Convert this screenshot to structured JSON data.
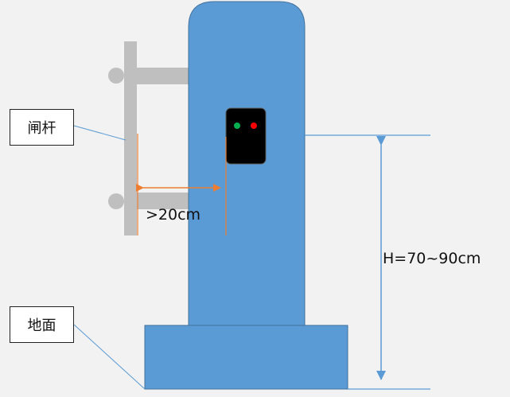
{
  "labels": {
    "gate_bar": "闸杆",
    "ground": "地面",
    "gap": ">20cm",
    "height": "H=70~90cm"
  },
  "colors": {
    "background": "#f2f2f2",
    "post_fill": "#5b9bd5",
    "post_stroke": "#41719c",
    "bar_gray": "#bfbfbf",
    "gap_arrow": "#ed7d31",
    "height_arrow": "#5b9bd5",
    "device_body": "#000000",
    "led_green": "#00b050",
    "led_red": "#ff0000"
  }
}
